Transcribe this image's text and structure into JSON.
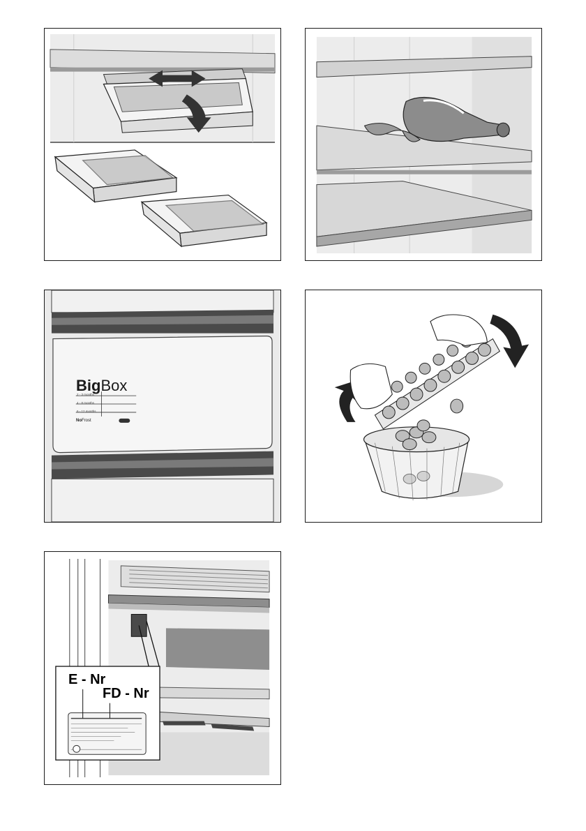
{
  "panels": [
    {
      "id": "storage-trays"
    },
    {
      "id": "bottle-shelf"
    },
    {
      "id": "freezer-drawer"
    },
    {
      "id": "egg-tray"
    },
    {
      "id": "rating-plate"
    }
  ],
  "bigbox": {
    "brand_bold": "Big",
    "brand_light": "Box",
    "rows": [
      "2 - 3 months",
      "4 - 8 months",
      "6 - 12 months"
    ],
    "nofrost_bold": "No",
    "nofrost_light": "Frost"
  },
  "rating_plate": {
    "e_nr_label": "E - Nr",
    "fd_nr_label": "FD - Nr"
  }
}
